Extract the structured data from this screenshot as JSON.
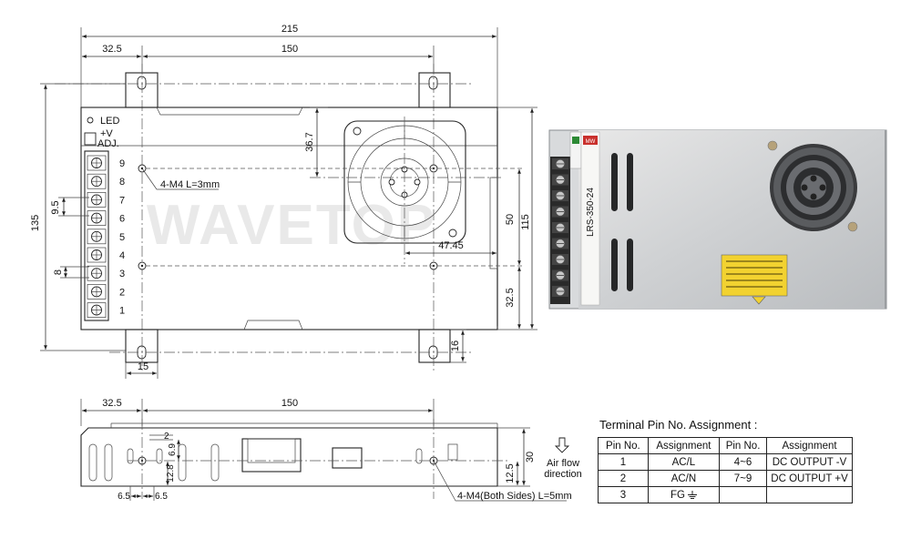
{
  "top_view": {
    "dim_overall_width": "215",
    "dim_left_offset": "32.5",
    "dim_hole_spacing": "150",
    "dim_overall_height": "135",
    "dim_inner_height": "115",
    "dim_fan_offset": "36.7",
    "dim_mount_spacing": "50",
    "dim_fan_center": "47.45",
    "dim_bottom_offset": "32.5",
    "dim_bracket_width": "15",
    "dim_bracket_height": "16",
    "dim_terminal_pitch": "9.5",
    "dim_terminal_width": "8",
    "mount_hole_note": "4-M4 L=3mm",
    "led_label": "LED",
    "vadj_label_1": "+V",
    "vadj_label_2": "ADJ.",
    "terminal_numbers": [
      "9",
      "8",
      "7",
      "6",
      "5",
      "4",
      "3",
      "2",
      "1"
    ],
    "watermark": "WAVETOP"
  },
  "side_view": {
    "dim_left_offset": "32.5",
    "dim_hole_spacing": "150",
    "dim_slot_2": "2",
    "dim_slot_6_9": "6.9",
    "dim_slot_12_8": "12.8",
    "dim_bottom_6_5_a": "6.5",
    "dim_bottom_6_5_b": "6.5",
    "dim_height": "30",
    "dim_hole_height": "12.5",
    "mount_hole_note": "4-M4(Both Sides) L=5mm",
    "airflow_1": "Air flow",
    "airflow_2": "direction"
  },
  "terminal_table": {
    "title": "Terminal Pin No. Assignment :",
    "headers": [
      "Pin No.",
      "Assignment",
      "Pin No.",
      "Assignment"
    ],
    "rows": [
      {
        "pin_a": "1",
        "assign_a": "AC/L",
        "pin_b": "4~6",
        "assign_b": "DC OUTPUT -V"
      },
      {
        "pin_a": "2",
        "assign_a": "AC/N",
        "pin_b": "7~9",
        "assign_b": "DC OUTPUT +V"
      },
      {
        "pin_a": "3",
        "assign_a": "FG",
        "pin_b": "",
        "assign_b": ""
      }
    ]
  },
  "product_photo": {
    "model_label": "LRS-350-24",
    "brand_label": "MW"
  }
}
